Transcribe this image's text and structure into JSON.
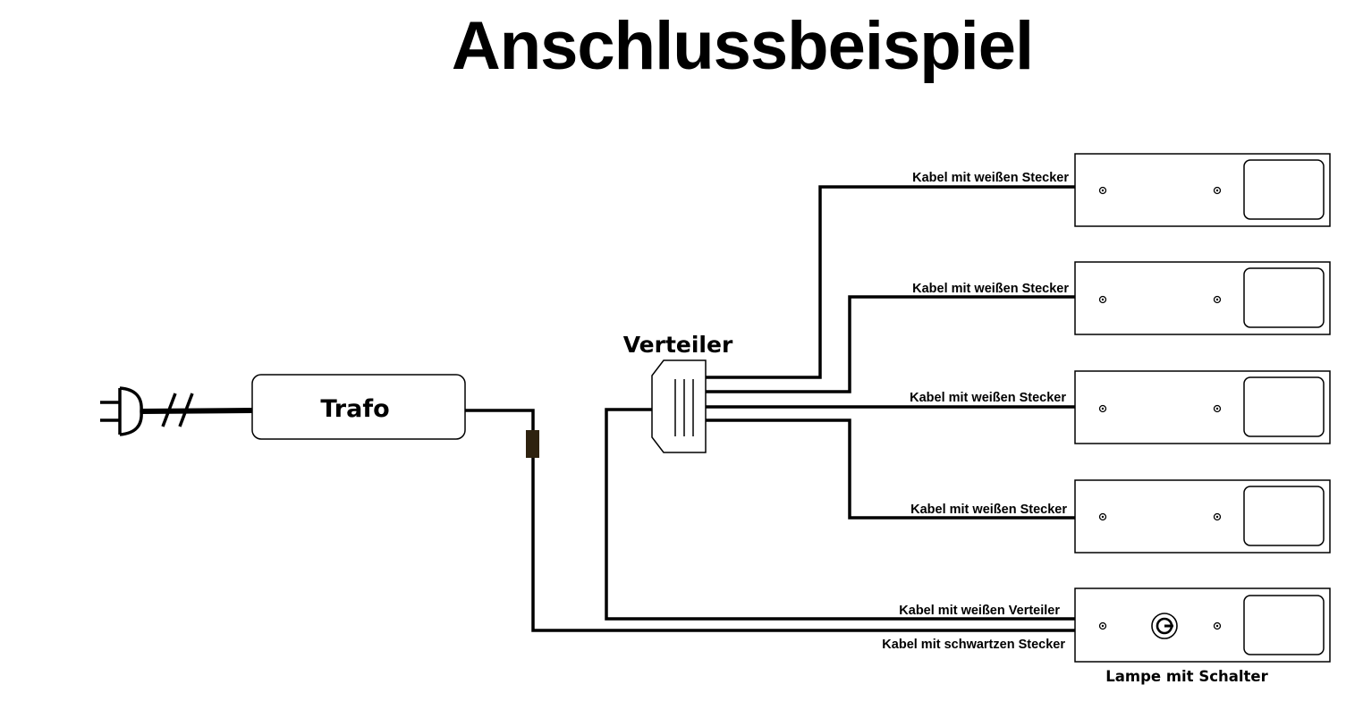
{
  "title": "Anschlussbeispiel",
  "labels": {
    "trafo": "Trafo",
    "verteiler": "Verteiler",
    "lamp_with_switch": "Lampe mit Schalter"
  },
  "cables": [
    "Kabel mit weißen Stecker",
    "Kabel mit weißen Stecker",
    "Kabel mit weißen Stecker",
    "Kabel mit weißen Stecker",
    "Kabel mit weißen Verteiler",
    "Kabel mit schwartzen Stecker"
  ],
  "colors": {
    "line": "#000000",
    "connector": "#2e220f",
    "background": "#ffffff"
  },
  "icons": [
    "power-plug-icon",
    "switch-icon"
  ]
}
